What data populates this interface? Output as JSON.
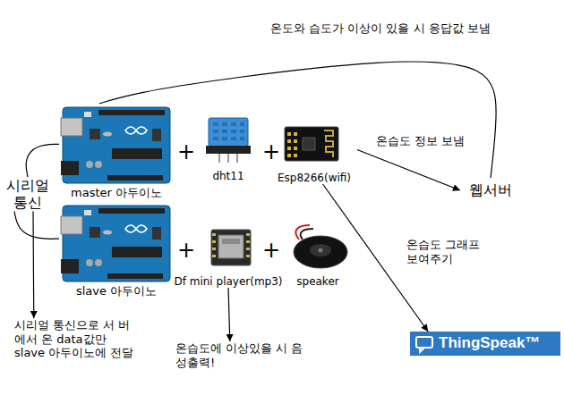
{
  "diagram": {
    "nodes": [
      {
        "text": [
          "master 아두이노"
        ]
      },
      {
        "text": [
          "dht11"
        ]
      },
      {
        "text": [
          "Esp8266(wifi)"
        ]
      },
      {
        "text": [
          "웹서버"
        ]
      },
      {
        "text": [
          "slave 아두이노"
        ]
      },
      {
        "text": [
          "Df mini player(mp3)"
        ]
      },
      {
        "text": [
          "speaker"
        ]
      },
      {
        "text": [
          "ThingSpeak™"
        ]
      },
      {
        "text": [
          "시리얼 통신"
        ]
      },
      {
        "text": [
          "시리얼 통신으로 서 버에서 온 data값만 slave 아두이노에 전달"
        ]
      },
      {
        "text": [
          "온습도에 이상있을 시 음성출력!"
        ]
      }
    ],
    "edges": [
      {
        "from": 3,
        "to": 0,
        "arrow": "none",
        "label": "온도와 습도가 이상이 있을 시 응답값 보냄"
      },
      {
        "from": 2,
        "to": 3,
        "arrow": "to",
        "label": "온습도 정보 보냄"
      },
      {
        "from": 2,
        "to": 7,
        "arrow": "to",
        "label": "온습도 그래프 보여주기"
      },
      {
        "from": 8,
        "to": 0,
        "arrow": "none"
      },
      {
        "from": 8,
        "to": 4,
        "arrow": "none"
      },
      {
        "from": 8,
        "to": 9,
        "arrow": "to"
      },
      {
        "from": 5,
        "to": 10,
        "arrow": "to"
      }
    ],
    "labels": [
      "+",
      "+",
      "+",
      "+"
    ]
  }
}
